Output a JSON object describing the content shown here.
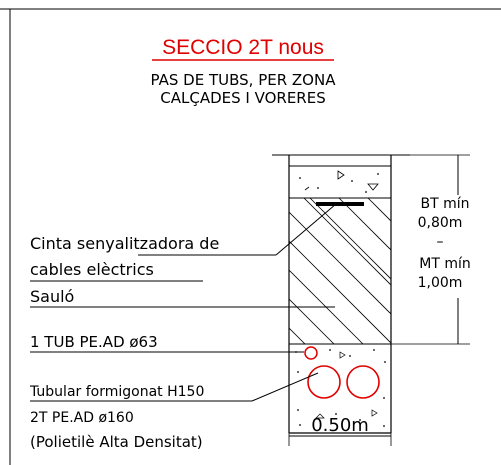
{
  "title": "SECCIO 2T nous",
  "subtitle": [
    "PAS DE TUBS, PER ZONA",
    "CALÇADES I VORERES"
  ],
  "labels": {
    "tape": [
      "Cinta senyalitzadora de",
      "cables elèctrics"
    ],
    "sand": "Sauló",
    "small_tube": "1 TUB PE.AD ø63",
    "concrete": "Tubular formigonat H150",
    "tubes_2t": "2T PE.AD ø160",
    "polyethylene": "(Polietilè Alta Densitat)"
  },
  "depth": {
    "bt": "BT mín",
    "bt_value": "0,80m",
    "dash": "–",
    "mt": "MT mín",
    "mt_value": "1,00m"
  },
  "width_label": "0.50m",
  "colors": {
    "title": "#e00000",
    "tubes": "#e00000",
    "lines": "#000000"
  }
}
